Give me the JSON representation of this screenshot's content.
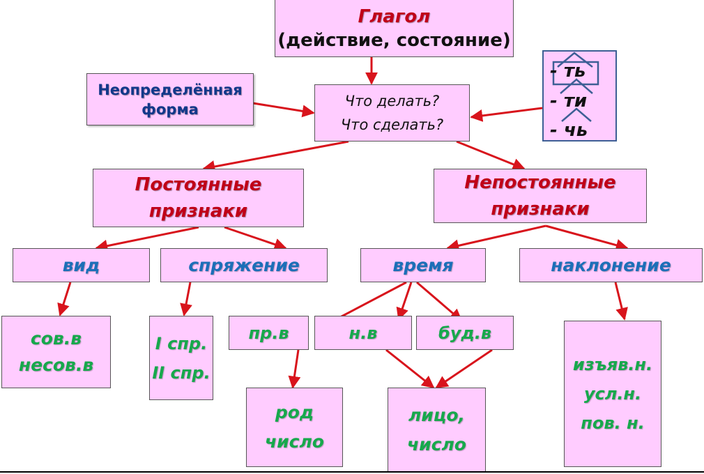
{
  "title": {
    "line1": "Глагол",
    "line2": "(действие, состояние)"
  },
  "infinitive": {
    "line1": "Неопределённая",
    "line2": "форма"
  },
  "question": {
    "line1": "Что делать?",
    "line2": "Что сделать?"
  },
  "suffixes": {
    "s1": "- ть",
    "s2": "- ти",
    "s3": "-  чь"
  },
  "constant": {
    "line1": "Постоянные",
    "line2": "признаки"
  },
  "variable": {
    "line1": "Непостоянные",
    "line2": "признаки"
  },
  "aspect": {
    "label": "вид",
    "values": {
      "line1": "сов.в",
      "line2": "несов.в"
    }
  },
  "conjugation": {
    "label": "спряжение",
    "values": {
      "line1": "I спр.",
      "line2": "II спр."
    }
  },
  "tense": {
    "label": "время",
    "past": "пр.в",
    "present": "н.в",
    "future": "буд.в"
  },
  "gender_number": {
    "line1": "род",
    "line2": "число"
  },
  "person_number": {
    "line1": "лицо,",
    "line2": "число"
  },
  "mood": {
    "label": "наклонение",
    "values": {
      "line1": "изъяв.н.",
      "line2": "усл.н.",
      "line3": "пов. н."
    }
  },
  "colors": {
    "box_fill": "#ffccff",
    "arrow": "#d8141c",
    "title_red": "#c00018",
    "blue_text": "#1c6fb8",
    "green_text": "#17a84c",
    "suffix_frame": "#3d5f95"
  }
}
